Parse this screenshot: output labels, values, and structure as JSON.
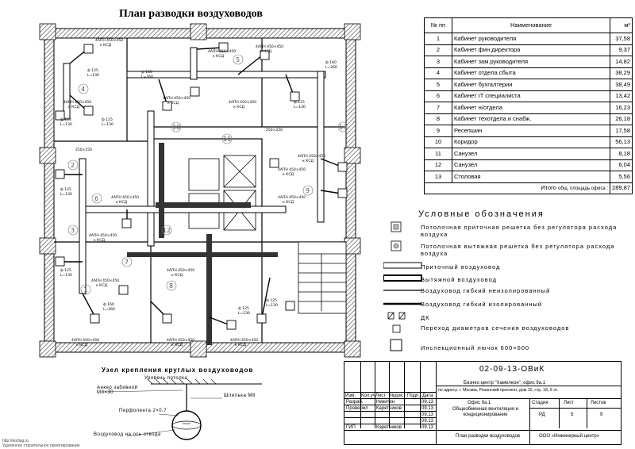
{
  "title": "План разводки воздуховодов",
  "room_table": {
    "headers": [
      "№ пп",
      "Наименование",
      "м²"
    ],
    "rows": [
      {
        "n": "1",
        "name": "Кабинет руководителя",
        "area": "37,58"
      },
      {
        "n": "2",
        "name": "Кабинет фин.директора",
        "area": "9,37"
      },
      {
        "n": "3",
        "name": "Кабинет зам.руководителя",
        "area": "14,82"
      },
      {
        "n": "4",
        "name": "Кабинет отдела сбыта",
        "area": "38,29"
      },
      {
        "n": "5",
        "name": "Кабинет бухгалтерии",
        "area": "38,49"
      },
      {
        "n": "6",
        "name": "Кабинет IT специалиста",
        "area": "13,42"
      },
      {
        "n": "7",
        "name": "Кабинет н/отдела",
        "area": "16,23"
      },
      {
        "n": "8",
        "name": "Кабинет техотдела и снабж.",
        "area": "26,18"
      },
      {
        "n": "9",
        "name": "Ресепшин",
        "area": "17,58"
      },
      {
        "n": "10",
        "name": "Коридор",
        "area": "56,13"
      },
      {
        "n": "11",
        "name": "Санузел",
        "area": "8,18"
      },
      {
        "n": "12",
        "name": "Санузел",
        "area": "6,04"
      },
      {
        "n": "13",
        "name": "Столовая",
        "area": "5,56"
      }
    ],
    "total_label": "Итого",
    "total_note": "общ. площадь офиса :",
    "total_area": "289,87"
  },
  "legend": {
    "title": "Условные обозначения",
    "items": [
      "Потолочная приточная решетка без регулятора расхода воздуха",
      "Потолочная вытяжная решетка без регулятора расхода воздуха",
      "Приточный воздуховод",
      "Вытяжной воздуховод",
      "Воздуховод гибкий неизолированный",
      "Воздуховод гибкий изолированный",
      "ДК",
      "Переход диаметров сечения воздуховодов",
      "Инспекционный лючок 600×600"
    ]
  },
  "plan": {
    "grille_label": "4АПН 450×450",
    "grille_sub": "к КСД",
    "duct_a": "ф 125",
    "duct_b": "ф 160",
    "rect_duct": "250×250",
    "flow_a": "L=130",
    "flow_b": "L=260",
    "room_numbers": [
      "1",
      "2",
      "3",
      "4",
      "5",
      "6",
      "7",
      "8",
      "9",
      "10",
      "11",
      "12",
      "13"
    ]
  },
  "node": {
    "title": "Узел крепления круглых воздуховодов",
    "ceiling": "Уровень потолка",
    "anchor": "Анкер забивной М8×30",
    "stud": "Шпилька М8",
    "strip": "Перфолента 2×0,7",
    "duct_axis": "Воздуховод на ось отвода"
  },
  "stamp": {
    "code": "02-09-13-ОВиК",
    "object": "Бизнес-центр \"Хамелеон\", офис 9а.1",
    "address": "по адресу: г. Москва, Рязанский проспект, дом 10, стр. 18, 9 эт.",
    "cols": [
      "Изм.",
      "Кол.уч",
      "Лист",
      "№док.",
      "Подп.",
      "Дата"
    ],
    "people": [
      {
        "role": "Разраб.",
        "name": "Никитин",
        "date": "09.13"
      },
      {
        "role": "Проверил",
        "name": "Каретников",
        "date": "09.13"
      },
      {
        "role": "ГИП",
        "name": "Каретников",
        "date": "09.13"
      }
    ],
    "empty_dates": [
      "09.13",
      "09.13"
    ],
    "section": "Офис 9а.1",
    "subject": "Общеобменная вентиляция и кондиционирование",
    "stage_label": "Стадия",
    "sheet_label": "Лист",
    "sheets_label": "Листов",
    "stage": "РД",
    "sheet": "5",
    "sheets": "9",
    "drawing": "План разводки воздуховодов",
    "company": "ООО «Инженерный центр»"
  },
  "watermark": {
    "url": "http://eis0ag.ru",
    "text": "Удаленное строительное проектирование"
  }
}
